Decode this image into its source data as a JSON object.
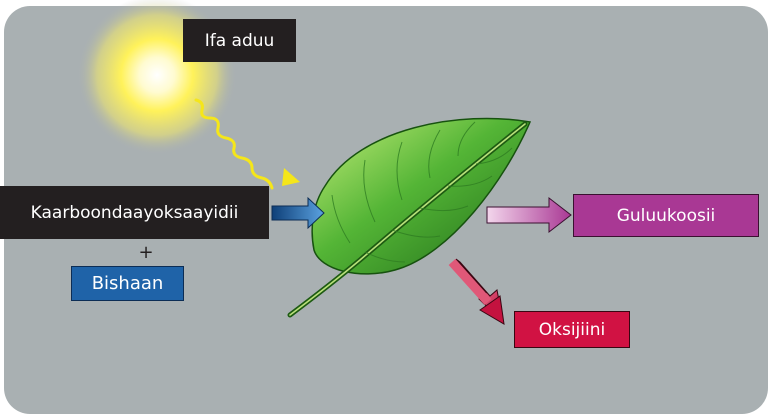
{
  "labels": {
    "sunlight": "Ifa aduu",
    "carbon_dioxide": "Kaarboondaayoksaayidii",
    "plus": "+",
    "water": "Bishaan",
    "glucose": "Guluukoosii",
    "oxygen": "Oksijiini"
  },
  "colors": {
    "background": "#a9b0b2",
    "label_dark": "#231f20",
    "water_label": "#1f63a8",
    "glucose_label": "#a93894",
    "oxygen_label": "#d11243",
    "leaf": "#4caf32",
    "sun": "#fff25a",
    "sun_ray": "#f5e61a"
  },
  "icons": [
    "sun-icon",
    "light-ray-icon",
    "leaf-icon",
    "input-arrow",
    "glucose-arrow",
    "oxygen-arrow"
  ]
}
